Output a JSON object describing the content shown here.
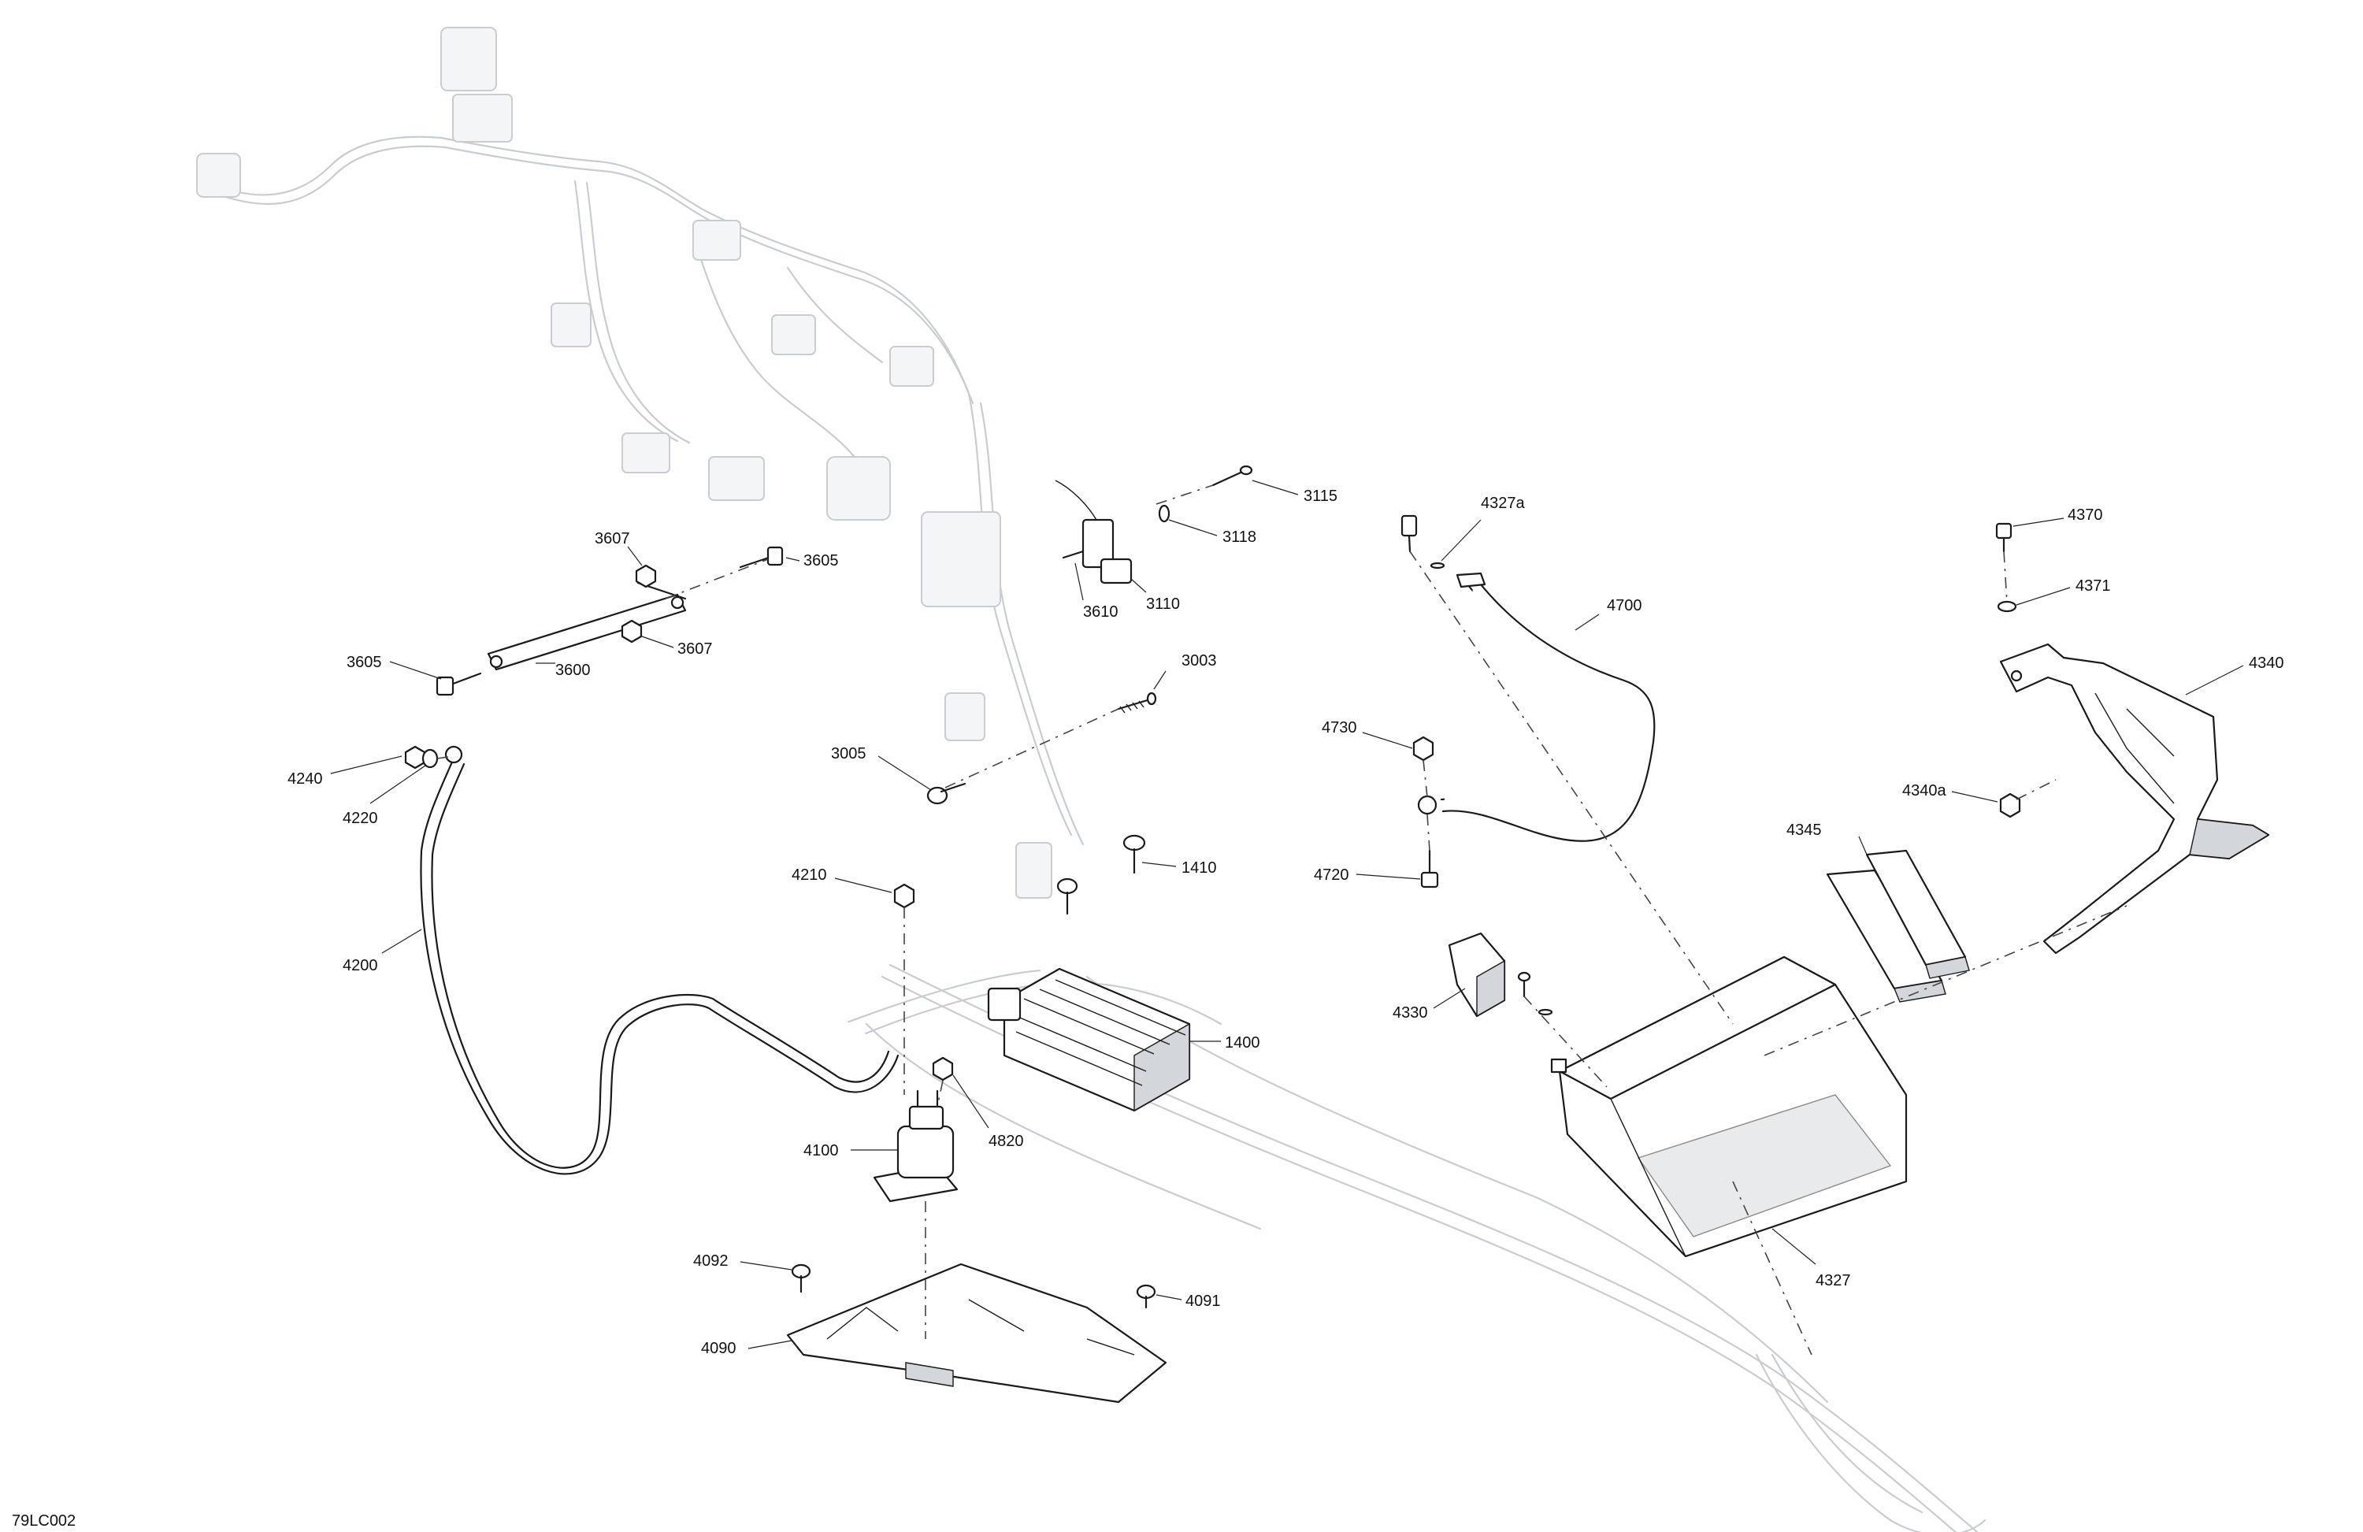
{
  "diagram_code": "79LC002",
  "callouts": [
    {
      "id": "c3115",
      "label": "3115"
    },
    {
      "id": "c3118",
      "label": "3118"
    },
    {
      "id": "c3110",
      "label": "3110"
    },
    {
      "id": "c3610",
      "label": "3610"
    },
    {
      "id": "c3607a",
      "label": "3607"
    },
    {
      "id": "c3605a",
      "label": "3605"
    },
    {
      "id": "c3607b",
      "label": "3607"
    },
    {
      "id": "c3605b",
      "label": "3605"
    },
    {
      "id": "c3600",
      "label": "3600"
    },
    {
      "id": "c3003",
      "label": "3003"
    },
    {
      "id": "c3005",
      "label": "3005"
    },
    {
      "id": "c4240",
      "label": "4240"
    },
    {
      "id": "c4220",
      "label": "4220"
    },
    {
      "id": "c4200",
      "label": "4200"
    },
    {
      "id": "c4210",
      "label": "4210"
    },
    {
      "id": "c1410",
      "label": "1410"
    },
    {
      "id": "c1400",
      "label": "1400"
    },
    {
      "id": "c4100",
      "label": "4100"
    },
    {
      "id": "c4820",
      "label": "4820"
    },
    {
      "id": "c4092",
      "label": "4092"
    },
    {
      "id": "c4091",
      "label": "4091"
    },
    {
      "id": "c4090",
      "label": "4090"
    },
    {
      "id": "c4327a",
      "label": "4327a"
    },
    {
      "id": "c4700",
      "label": "4700"
    },
    {
      "id": "c4730",
      "label": "4730"
    },
    {
      "id": "c4720",
      "label": "4720"
    },
    {
      "id": "c4330",
      "label": "4330"
    },
    {
      "id": "c4327",
      "label": "4327"
    },
    {
      "id": "c4345",
      "label": "4345"
    },
    {
      "id": "c4370",
      "label": "4370"
    },
    {
      "id": "c4371",
      "label": "4371"
    },
    {
      "id": "c4340",
      "label": "4340"
    },
    {
      "id": "c4340a",
      "label": "4340a"
    }
  ]
}
